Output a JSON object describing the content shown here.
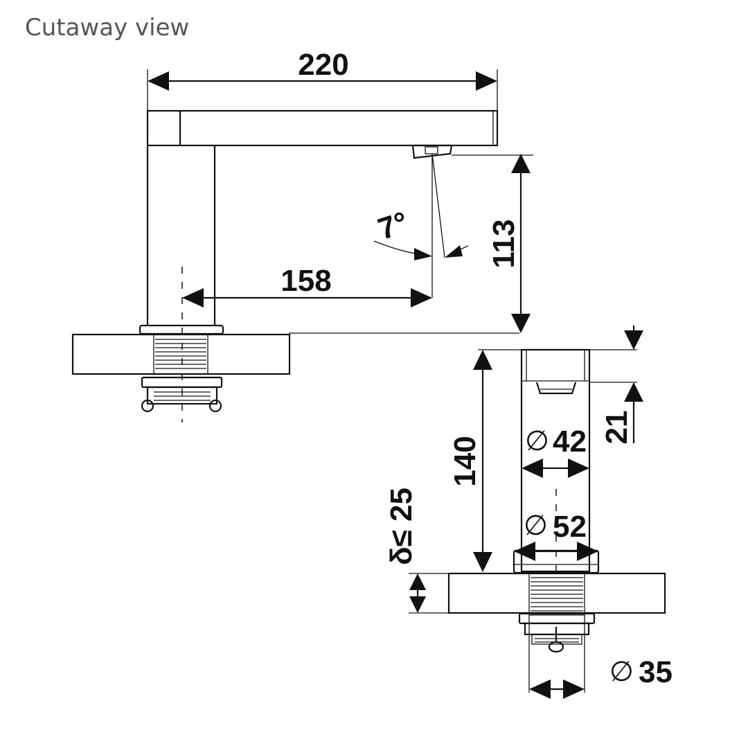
{
  "header": {
    "title": "Cutaway view"
  },
  "dimensions": {
    "spout_length": "220",
    "spout_height": "113",
    "spout_reach": "158",
    "spout_angle": "7°",
    "body_height": "140",
    "outlet_height": "21",
    "body_diameter": "42",
    "base_diameter": "52",
    "shank_diameter": "35",
    "deck_thickness": "δ≤ 25",
    "diameter_symbol": "∅"
  }
}
